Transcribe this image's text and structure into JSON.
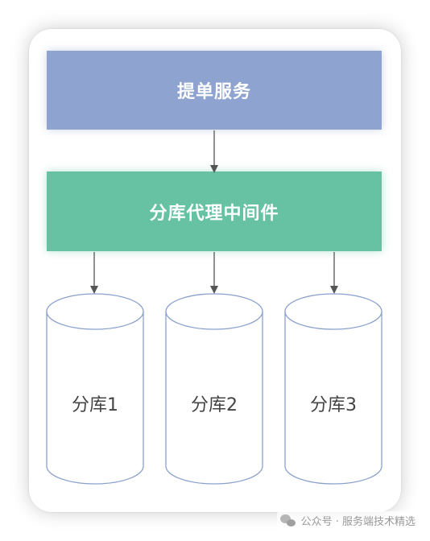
{
  "nodes": {
    "service": "提单服务",
    "proxy": "分库代理中间件",
    "databases": [
      "分库1",
      "分库2",
      "分库3"
    ]
  },
  "watermark": "公众号 · 服务端技术精选",
  "colors": {
    "service_fill": "#8ea3cf",
    "proxy_fill": "#66c2a3",
    "database_stroke": "#8aa0cc",
    "arrow": "#555555"
  }
}
